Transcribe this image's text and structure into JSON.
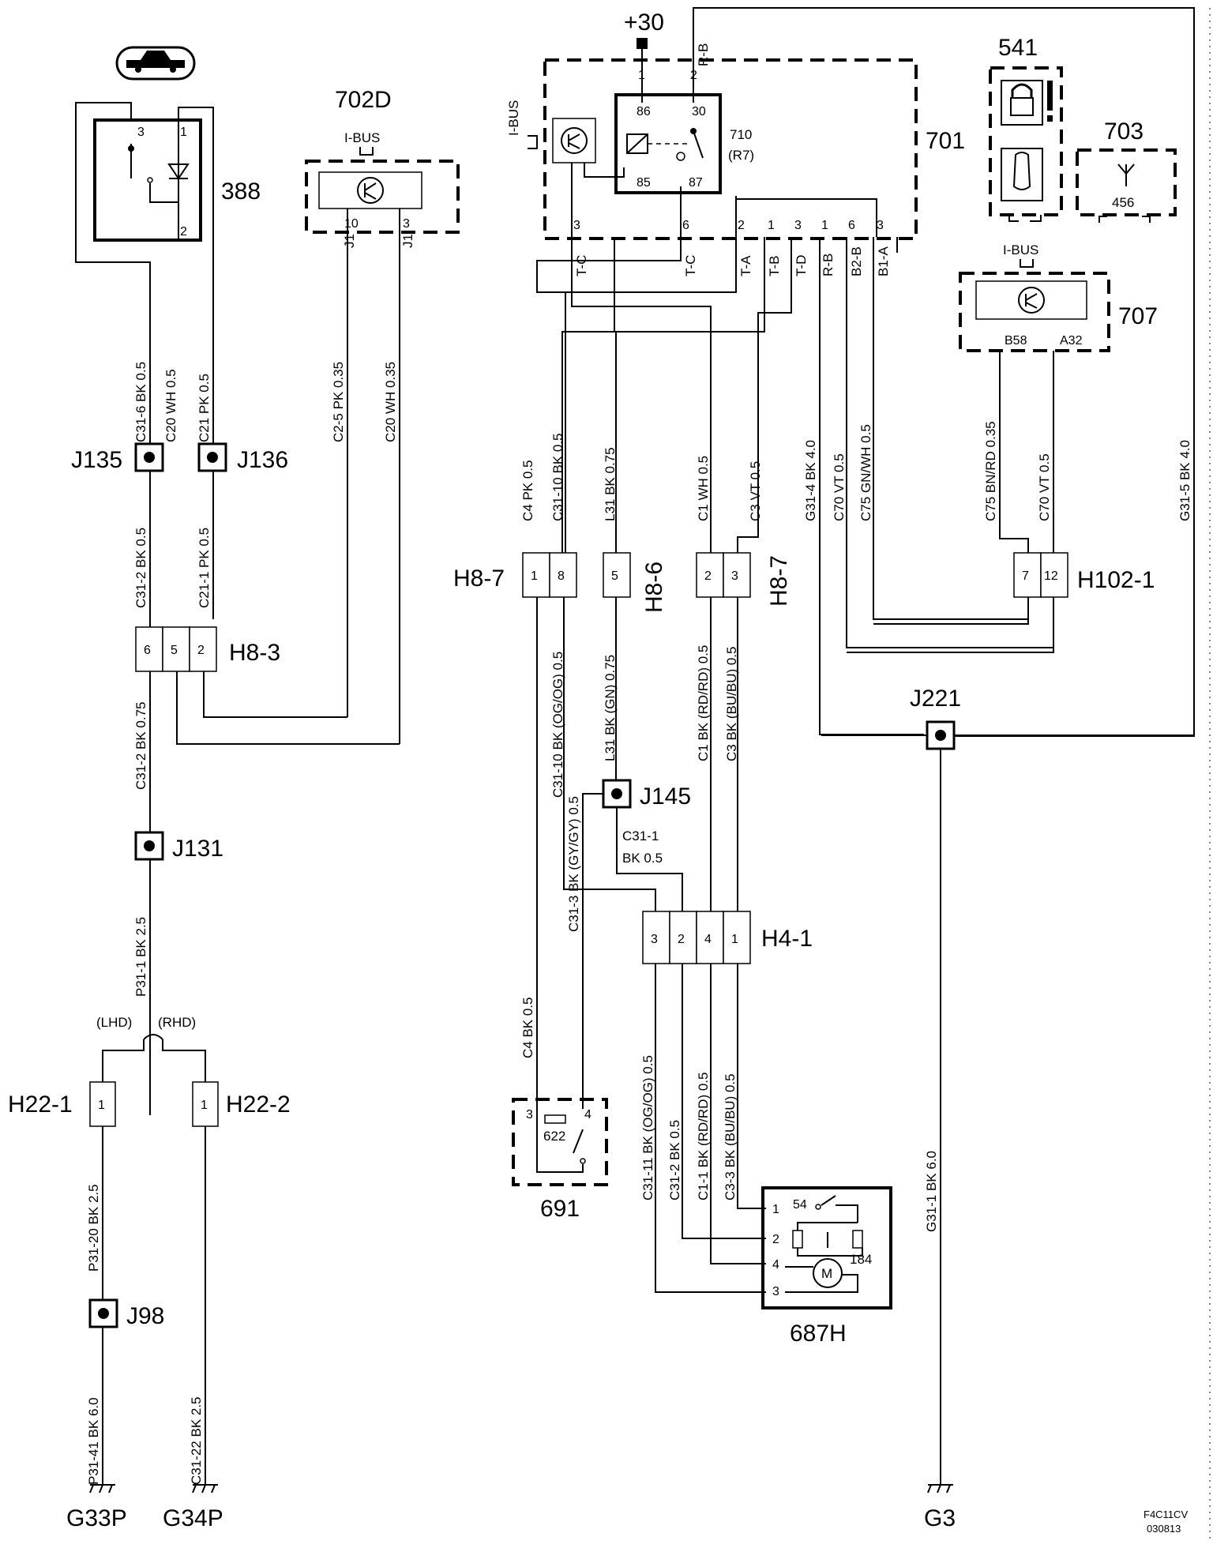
{
  "supply": {
    "plus30": "+30"
  },
  "components": {
    "c388": "388",
    "c702d": "702D",
    "c701": "701",
    "c710": "710",
    "c710_sub": "(R7)",
    "c541": "541",
    "c703": "703",
    "c703_num": "456",
    "c707": "707",
    "c691": "691",
    "c622": "622",
    "c687h": "687H",
    "c184": "184",
    "c54": "54"
  },
  "ibus": "I-BUS",
  "motor_symbol": "M",
  "junctions": {
    "j135": "J135",
    "j136": "J136",
    "j131": "J131",
    "j98": "J98",
    "j145": "J145",
    "j221": "J221"
  },
  "connectors": {
    "h8_3": "H8-3",
    "h8_7a": "H8-7",
    "h8_6": "H8-6",
    "h8_7b": "H8-7",
    "h102_1": "H102-1",
    "h4_1": "H4-1",
    "h22_1": "H22-1",
    "h22_2": "H22-2"
  },
  "grounds": {
    "g33p": "G33P",
    "g34p": "G34P",
    "g3": "G3"
  },
  "variants": {
    "lhd": "(LHD)",
    "rhd": "(RHD)"
  },
  "pins": {
    "p388_3": "3",
    "p388_1": "1",
    "p388_2": "2",
    "p702_10": "10",
    "p702_3": "3",
    "p702_j1a": "J1",
    "p702_j1b": "J1",
    "p701_1": "1",
    "p701_2": "2",
    "p710_86": "86",
    "p710_30": "30",
    "p710_85": "85",
    "p710_87": "87",
    "p701_b3": "3",
    "p701_b6": "6",
    "p701_b2": "2",
    "p701_b1": "1",
    "p701_b3b": "3",
    "p701_b1b": "1",
    "p701_b6b": "6",
    "p701_b3c": "3",
    "t_c1": "T-C",
    "t_c2": "T-C",
    "t_a": "T-A",
    "t_b": "T-B",
    "t_d": "T-D",
    "r_b": "R-B",
    "b2_b": "B2-B",
    "b1_a": "B1-A",
    "rb_top": "R-B",
    "p707_b58": "B58",
    "p707_a32": "A32",
    "h8_3_6": "6",
    "h8_3_5": "5",
    "h8_3_2": "2",
    "h8_7a_1": "1",
    "h8_7a_8": "8",
    "h8_6_5": "5",
    "h8_7b_2": "2",
    "h8_7b_3": "3",
    "h102_7": "7",
    "h102_12": "12",
    "h4_3": "3",
    "h4_2": "2",
    "h4_4": "4",
    "h4_1": "1",
    "h22_1_1": "1",
    "h22_2_1": "1",
    "p691_3": "3",
    "p691_4": "4",
    "p687_1": "1",
    "p687_2": "2",
    "p687_4": "4",
    "p687_3": "3"
  },
  "wires": {
    "w1": "C31-6  BK  0.5",
    "w2": "C20  WH  0.5",
    "w3": "C21  PK  0.5",
    "w4": "C2-5  PK  0.35",
    "w5": "C20  WH  0.35",
    "w6": "C31-2  BK  0.5",
    "w7": "C21-1  PK  0.5",
    "w8": "C31-2  BK  0.75",
    "w9": "P31-1  BK  2.5",
    "w10": "P31-20  BK  2.5",
    "w11": "P31-41  BK  6.0",
    "w12": "C31-22  BK  2.5",
    "w13": "C4  PK  0.5",
    "w14": "C31-10  BK  0.5",
    "w15": "L31  BK  0.75",
    "w16": "C1  WH  0.5",
    "w17": "C3  VT  0.5",
    "w18": "G31-4  BK  4.0",
    "w19": "C70  VT  0.5",
    "w20": "C75  GN/WH  0.5",
    "w21": "C75  BN/RD  0.35",
    "w22": "C70  VT  0.5",
    "w23": "G31-5  BK  4.0",
    "w24": "C31-10  BK  (OG/OG)  0.5",
    "w25": "L31  BK  (GN)  0.75",
    "w26": "C1  BK  (RD/RD)  0.5",
    "w27": "C3  BK  (BU/BU)  0.5",
    "w28": "C31-1",
    "w29": "BK  0.5",
    "w30": "C31-3  BK  (GY/GY)  0.5",
    "w31": "C4  BK  0.5",
    "w32": "C31-11  BK  (OG/OG)  0.5",
    "w33": "C31-2  BK  0.5",
    "w34": "C1-1  BK  (RD/RD)  0.5",
    "w35": "C3-3  BK  (BU/BU)  0.5",
    "w36": "G31-1  BK  6.0"
  },
  "footer": {
    "code": "F4C11CV",
    "date": "030813"
  }
}
